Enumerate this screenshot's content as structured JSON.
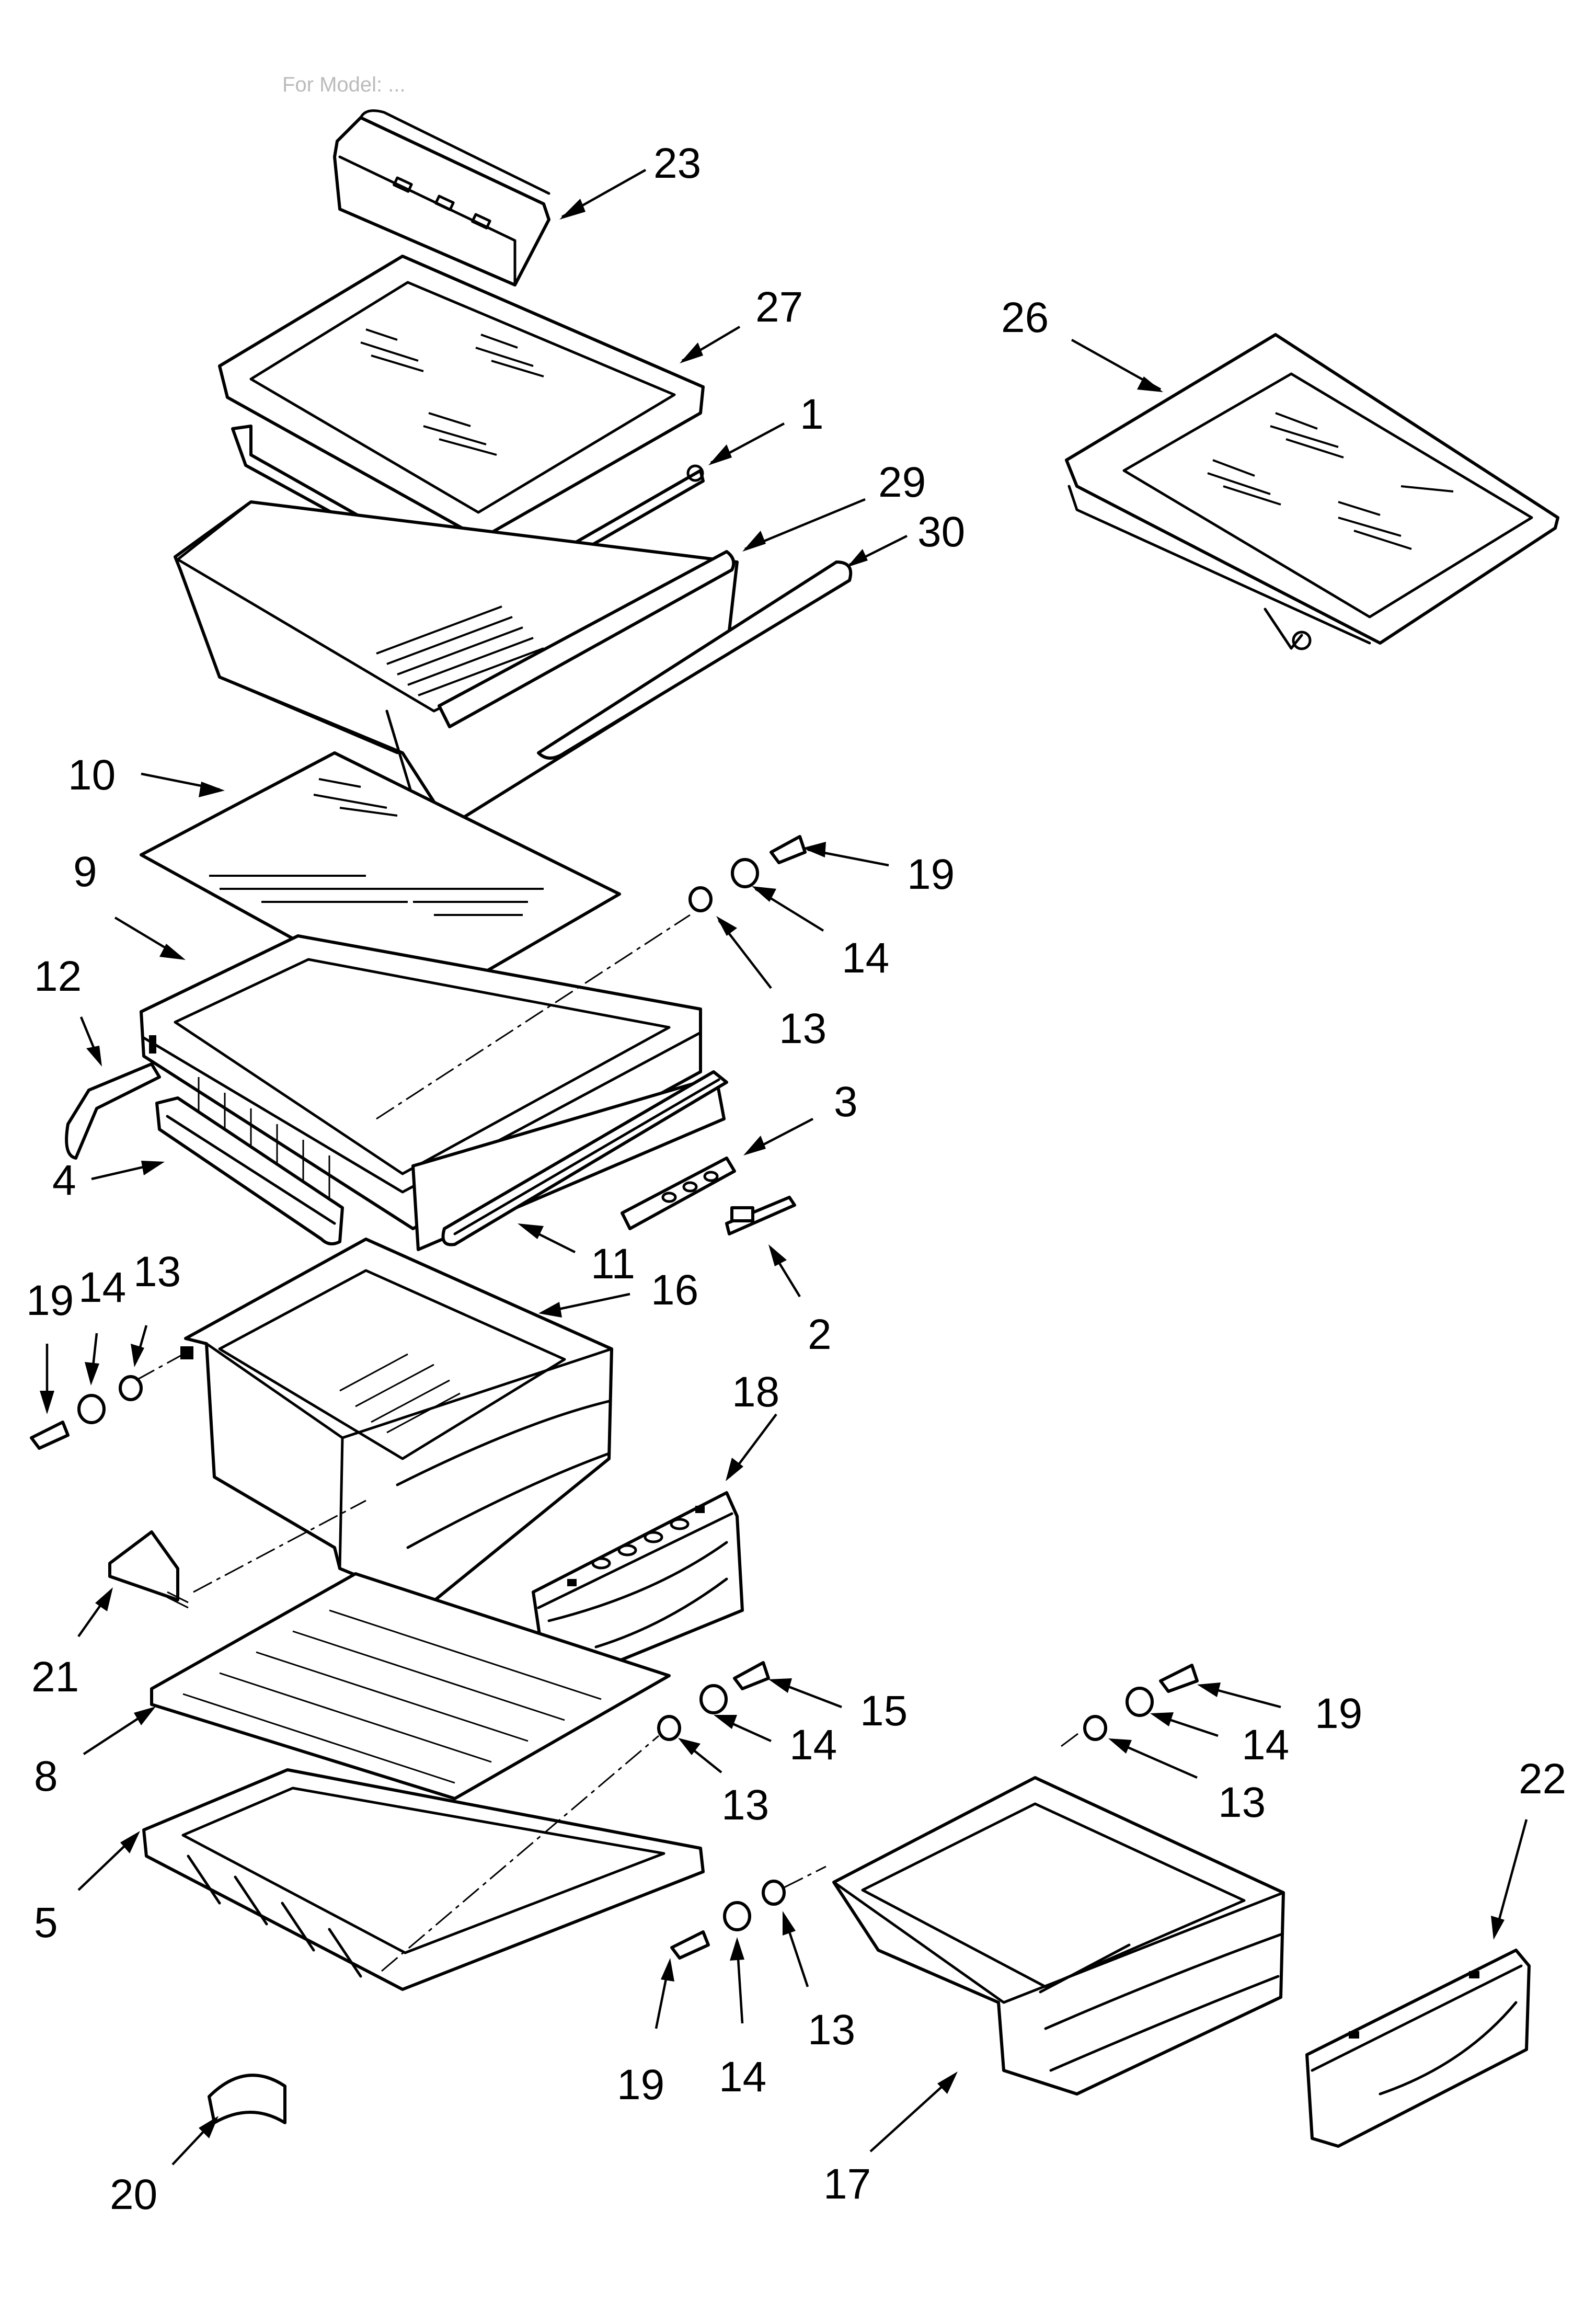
{
  "header": {
    "model_text": "For Model: ..."
  },
  "callouts": [
    {
      "id": "c23",
      "label": "23"
    },
    {
      "id": "c27",
      "label": "27"
    },
    {
      "id": "c1",
      "label": "1"
    },
    {
      "id": "c29",
      "label": "29"
    },
    {
      "id": "c30",
      "label": "30"
    },
    {
      "id": "c26",
      "label": "26"
    },
    {
      "id": "c10",
      "label": "10"
    },
    {
      "id": "c9",
      "label": "9"
    },
    {
      "id": "c19a",
      "label": "19"
    },
    {
      "id": "c14a",
      "label": "14"
    },
    {
      "id": "c13a",
      "label": "13"
    },
    {
      "id": "c12",
      "label": "12"
    },
    {
      "id": "c3",
      "label": "3"
    },
    {
      "id": "c4",
      "label": "4"
    },
    {
      "id": "c11",
      "label": "11"
    },
    {
      "id": "c2",
      "label": "2"
    },
    {
      "id": "c16",
      "label": "16"
    },
    {
      "id": "c19b",
      "label": "19"
    },
    {
      "id": "c14b",
      "label": "14"
    },
    {
      "id": "c13b",
      "label": "13"
    },
    {
      "id": "c18",
      "label": "18"
    },
    {
      "id": "c21",
      "label": "21"
    },
    {
      "id": "c15",
      "label": "15"
    },
    {
      "id": "c14c",
      "label": "14"
    },
    {
      "id": "c13c",
      "label": "13"
    },
    {
      "id": "c8",
      "label": "8"
    },
    {
      "id": "c19c",
      "label": "19"
    },
    {
      "id": "c14d",
      "label": "14"
    },
    {
      "id": "c13d",
      "label": "13"
    },
    {
      "id": "c22",
      "label": "22"
    },
    {
      "id": "c5",
      "label": "5"
    },
    {
      "id": "c19d",
      "label": "19"
    },
    {
      "id": "c14e",
      "label": "14"
    },
    {
      "id": "c13e",
      "label": "13"
    },
    {
      "id": "c20",
      "label": "20"
    },
    {
      "id": "c17",
      "label": "17"
    }
  ]
}
